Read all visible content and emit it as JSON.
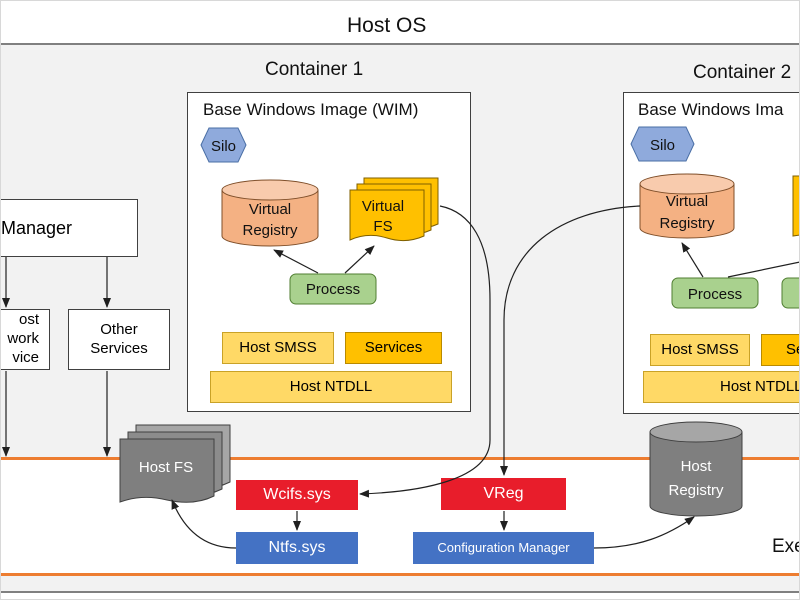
{
  "host_os": {
    "title": "Host OS"
  },
  "container1": {
    "title": "Container 1",
    "image_title": "Base Windows Image (WIM)",
    "silo": "Silo",
    "virtual_registry": [
      "Virtual",
      "Registry"
    ],
    "virtual_fs": [
      "Virtual",
      "FS"
    ],
    "process": "Process",
    "host_smss": "Host SMSS",
    "services": "Services",
    "host_ntdll": "Host NTDLL"
  },
  "container2": {
    "title": "Container 2",
    "image_title": "Base Windows Ima",
    "silo": "Silo",
    "virtual_registry": [
      "Virtual",
      "Registry"
    ],
    "process": "Process",
    "host_smss": "Host SMSS",
    "services": "Se",
    "host_ntdll": "Host NTDLL"
  },
  "left_side": {
    "manager": "Manager",
    "host_network_service": [
      "ost",
      "work",
      "vice"
    ],
    "other_services": [
      "Other",
      "Services"
    ]
  },
  "kernel": {
    "host_fs": "Host FS",
    "wcifs": "Wcifs.sys",
    "ntfs": "Ntfs.sys",
    "vreg": "VReg",
    "configuration_manager": "Configuration Manager",
    "host_registry": [
      "Host",
      "Registry"
    ],
    "executive_label": "Exe"
  },
  "colors": {
    "orange_line": "#ED7D31",
    "registry_fill": "#F4B183",
    "fs_fill": "#FFC000",
    "process_fill": "#A9D18E",
    "smss_fill": "#FFD966",
    "services_fill": "#FFC000",
    "ntdll_fill": "#FFD966",
    "silo_fill": "#8FAADC",
    "red_box": "#E81D2B",
    "blue_box": "#4472C4",
    "gray_shape": "#7F7F7F"
  }
}
